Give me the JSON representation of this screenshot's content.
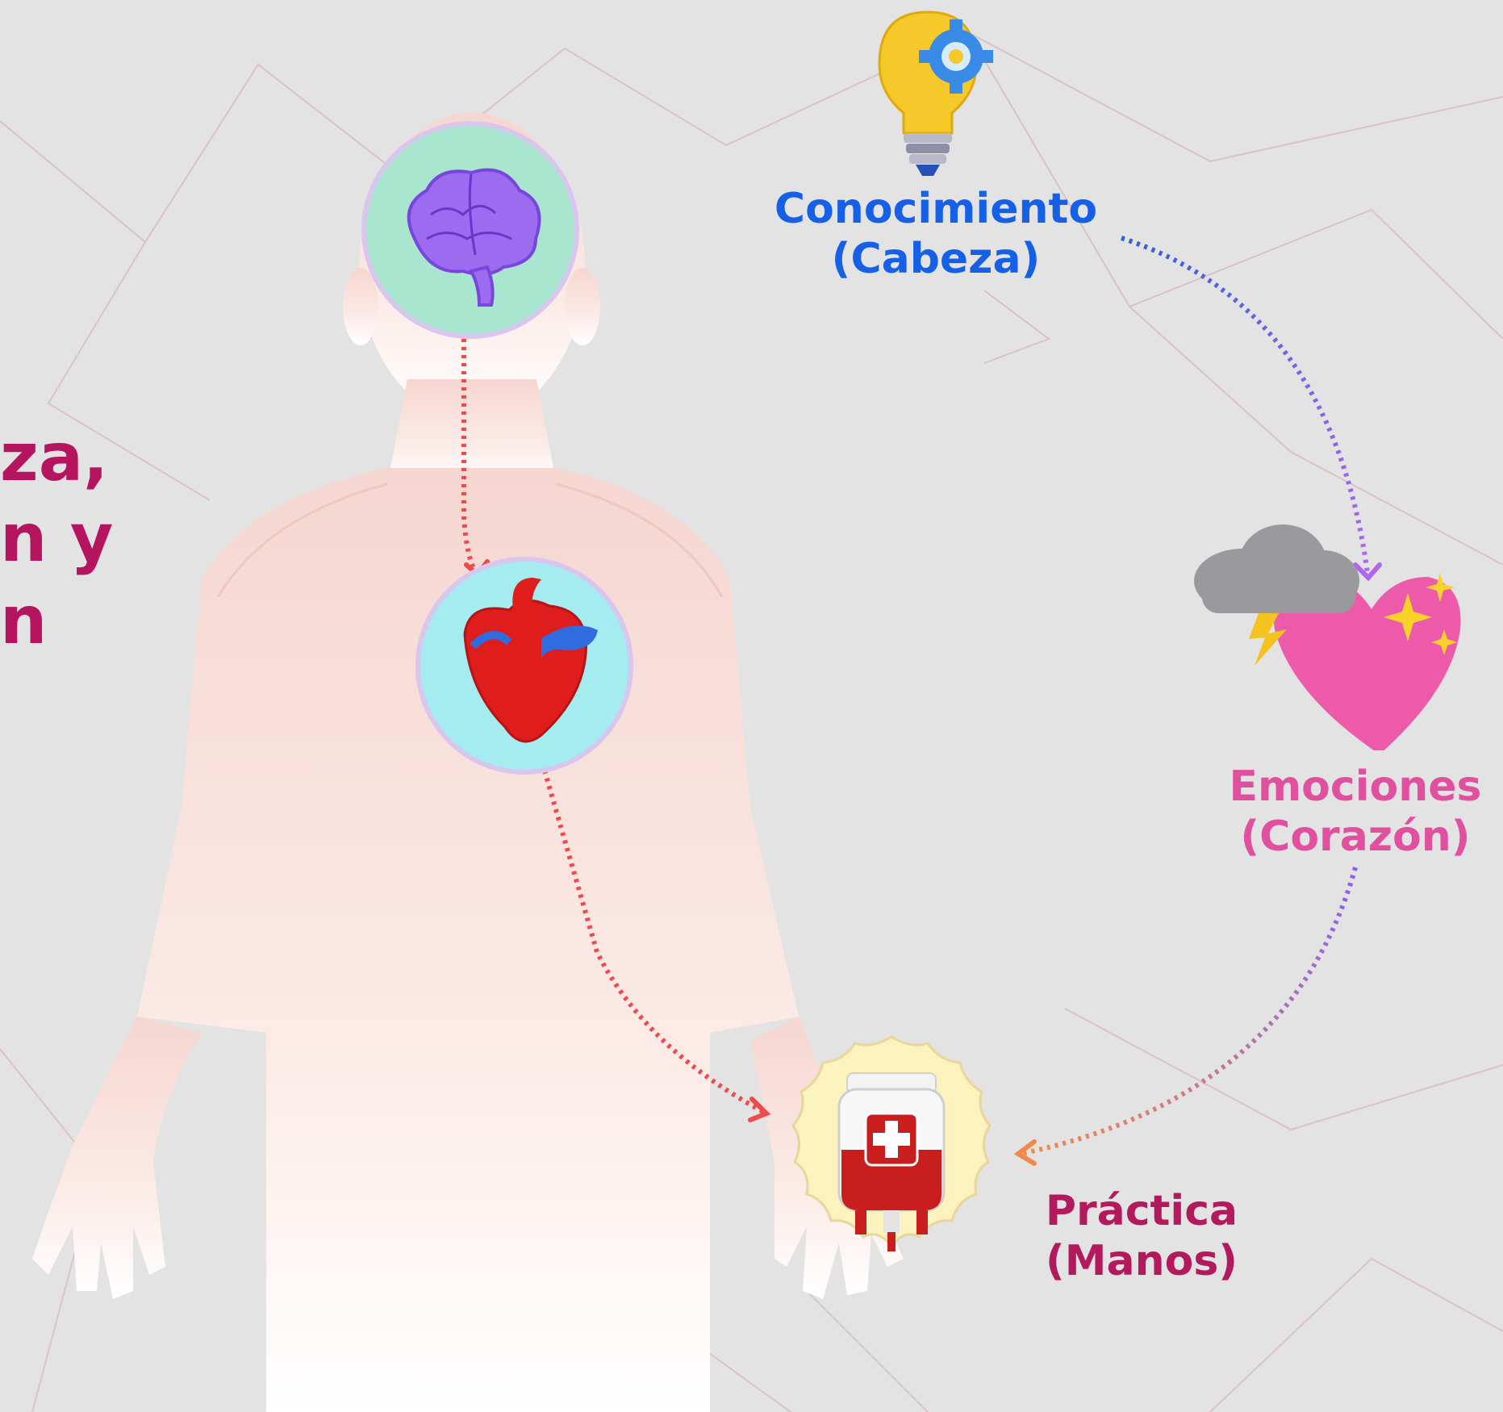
{
  "title_fragment": {
    "line1": "za,",
    "line2": "n y",
    "line3": "n"
  },
  "nodes": {
    "knowledge": {
      "line1": "Conocimiento",
      "line2": "(Cabeza)",
      "color": "#1660e8",
      "icon": "lightbulb-gear-icon"
    },
    "emotions": {
      "line1": "Emociones",
      "line2": "(Corazón)",
      "color": "#e0509e",
      "icon": "heart-cloud-icon"
    },
    "practice": {
      "line1": "Práctica",
      "line2": "(Manos)",
      "color": "#b31a5e",
      "icon": "blood-bag-icon"
    }
  },
  "body_icons": {
    "head": {
      "icon": "brain-icon",
      "badge_color": "#a8e6cf"
    },
    "chest": {
      "icon": "heart-organ-icon",
      "badge_color": "#a5ecf0"
    },
    "hand": {
      "icon": "blood-bag-icon",
      "badge_color": "#fbf2bd"
    }
  },
  "colors": {
    "title": "#b5155e",
    "body_arrows": "#ef4a4a",
    "cycle_arrows": "#9b62ee",
    "background": "#e3e3e4"
  }
}
